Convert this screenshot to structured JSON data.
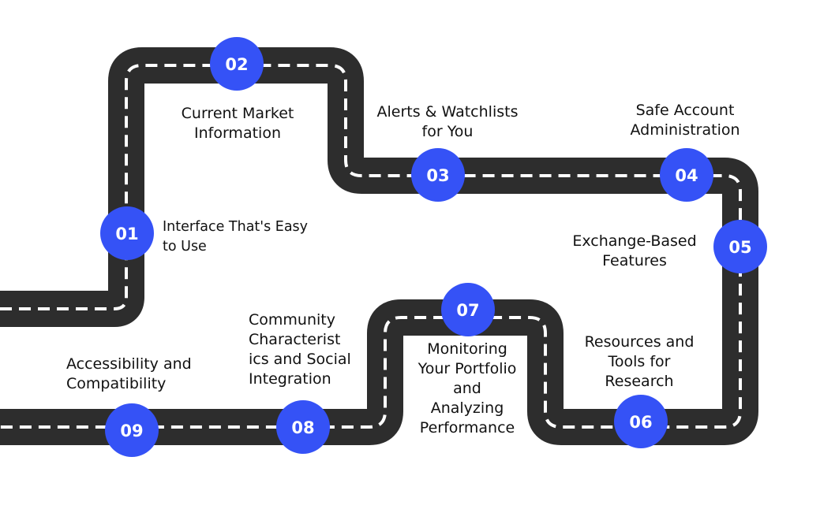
{
  "steps": [
    {
      "num": "01",
      "label": [
        "Interface That's Easy",
        "to Use"
      ]
    },
    {
      "num": "02",
      "label": [
        "Current Market",
        "Information"
      ]
    },
    {
      "num": "03",
      "label": [
        "Alerts & Watchlists",
        "for You"
      ]
    },
    {
      "num": "04",
      "label": [
        "Safe Account",
        "Administration"
      ]
    },
    {
      "num": "05",
      "label": [
        "Exchange-Based",
        "Features"
      ]
    },
    {
      "num": "06",
      "label": [
        "Resources and",
        "Tools for",
        "Research"
      ]
    },
    {
      "num": "07",
      "label": [
        "Monitoring",
        "Your Portfolio",
        "and",
        "Analyzing",
        "Performance"
      ]
    },
    {
      "num": "08",
      "label": [
        "Community",
        "Characterist",
        "ics and Social",
        "Integration"
      ]
    },
    {
      "num": "09",
      "label": [
        "Accessibility and",
        "Compatibility"
      ]
    }
  ],
  "colors": {
    "road": "#2d2d2d",
    "road_dash": "#ffffff",
    "node": "#3552f6",
    "node_text": "#ffffff",
    "label_text": "#111111"
  }
}
